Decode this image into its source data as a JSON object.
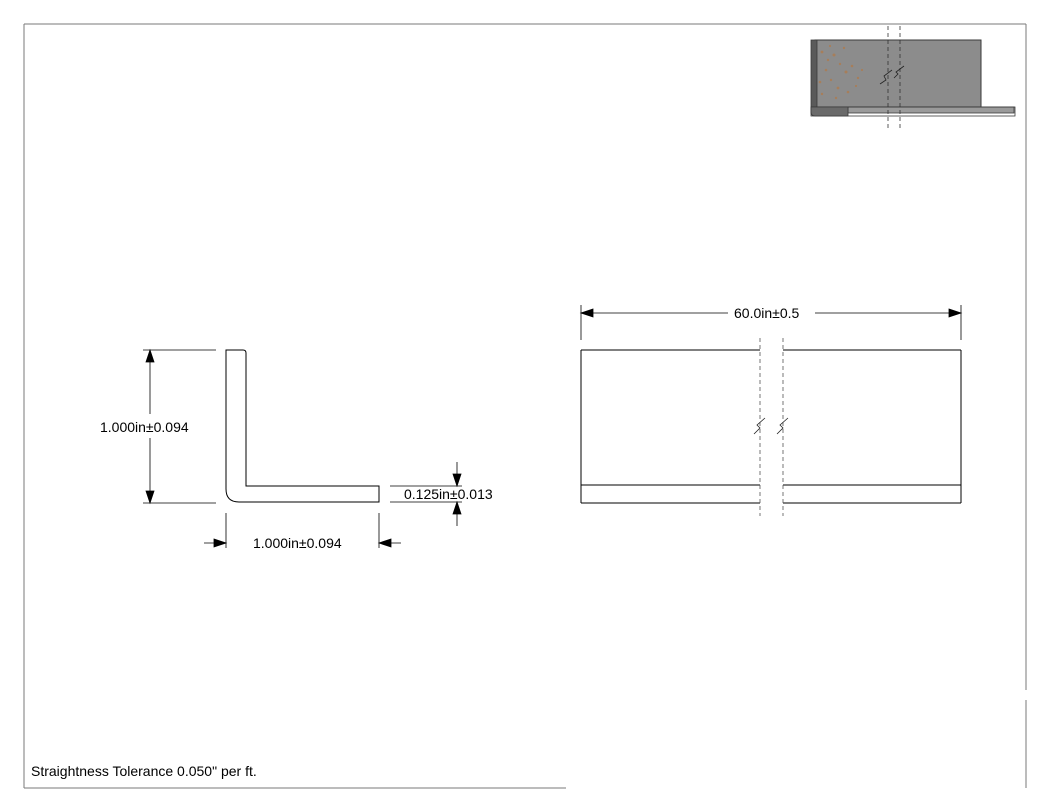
{
  "dimensions": {
    "leg_height": "1.000in±0.094",
    "leg_width": "1.000in±0.094",
    "thickness": "0.125in±0.013",
    "length": "60.0in±0.5"
  },
  "notes": {
    "straightness": "Straightness Tolerance 0.050\" per ft."
  },
  "colors": {
    "line": "#000000",
    "border": "#7a7a7a",
    "preview_metal": "#8c8c8c",
    "preview_dark": "#4a4a4a",
    "preview_rust": "#b07a4a"
  }
}
